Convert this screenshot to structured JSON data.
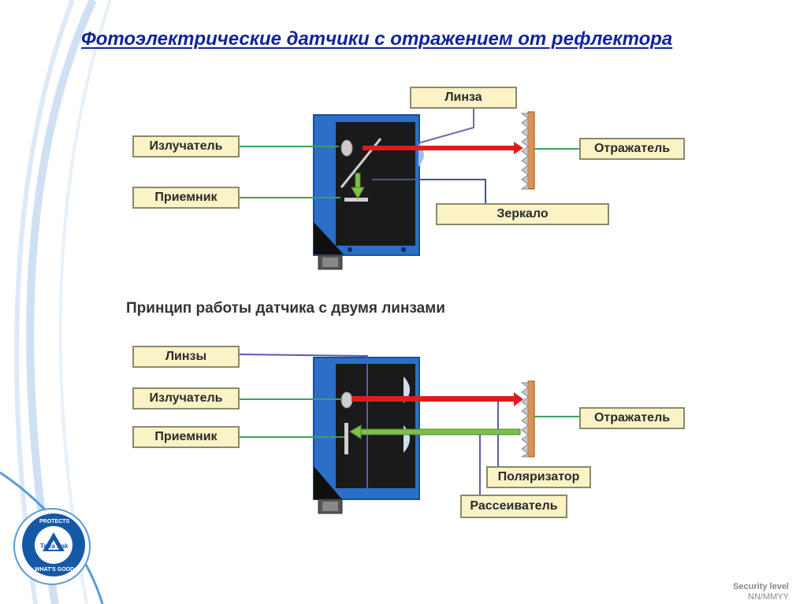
{
  "title": "Фотоэлектрические датчики с отражением от рефлектора",
  "subtitle": "Принцип работы датчика с двумя линзами",
  "diagram1": {
    "labels": {
      "lens": "Линза",
      "emitter": "Излучатель",
      "receiver": "Приемник",
      "reflector": "Отражатель",
      "mirror": "Зеркало"
    }
  },
  "diagram2": {
    "labels": {
      "lenses": "Линзы",
      "emitter": "Излучатель",
      "receiver": "Приемник",
      "reflector": "Отражатель",
      "polarizer": "Поляризатор",
      "diffuser": "Рассеиватель"
    }
  },
  "footer": {
    "security": "Security level",
    "date": "NN/MMYY"
  },
  "logo": {
    "name": "Tetra Pak",
    "ring_top": "PROTECTS",
    "ring_bottom": "WHAT'S GOOD"
  },
  "colors": {
    "title": "#12249a",
    "sensor_body": "#2b6fc9",
    "label_fill": "#fbf3c6",
    "emitted_beam": "#e11b1b",
    "returned_beam": "#7fbf4d",
    "reflector": "#e09050"
  }
}
